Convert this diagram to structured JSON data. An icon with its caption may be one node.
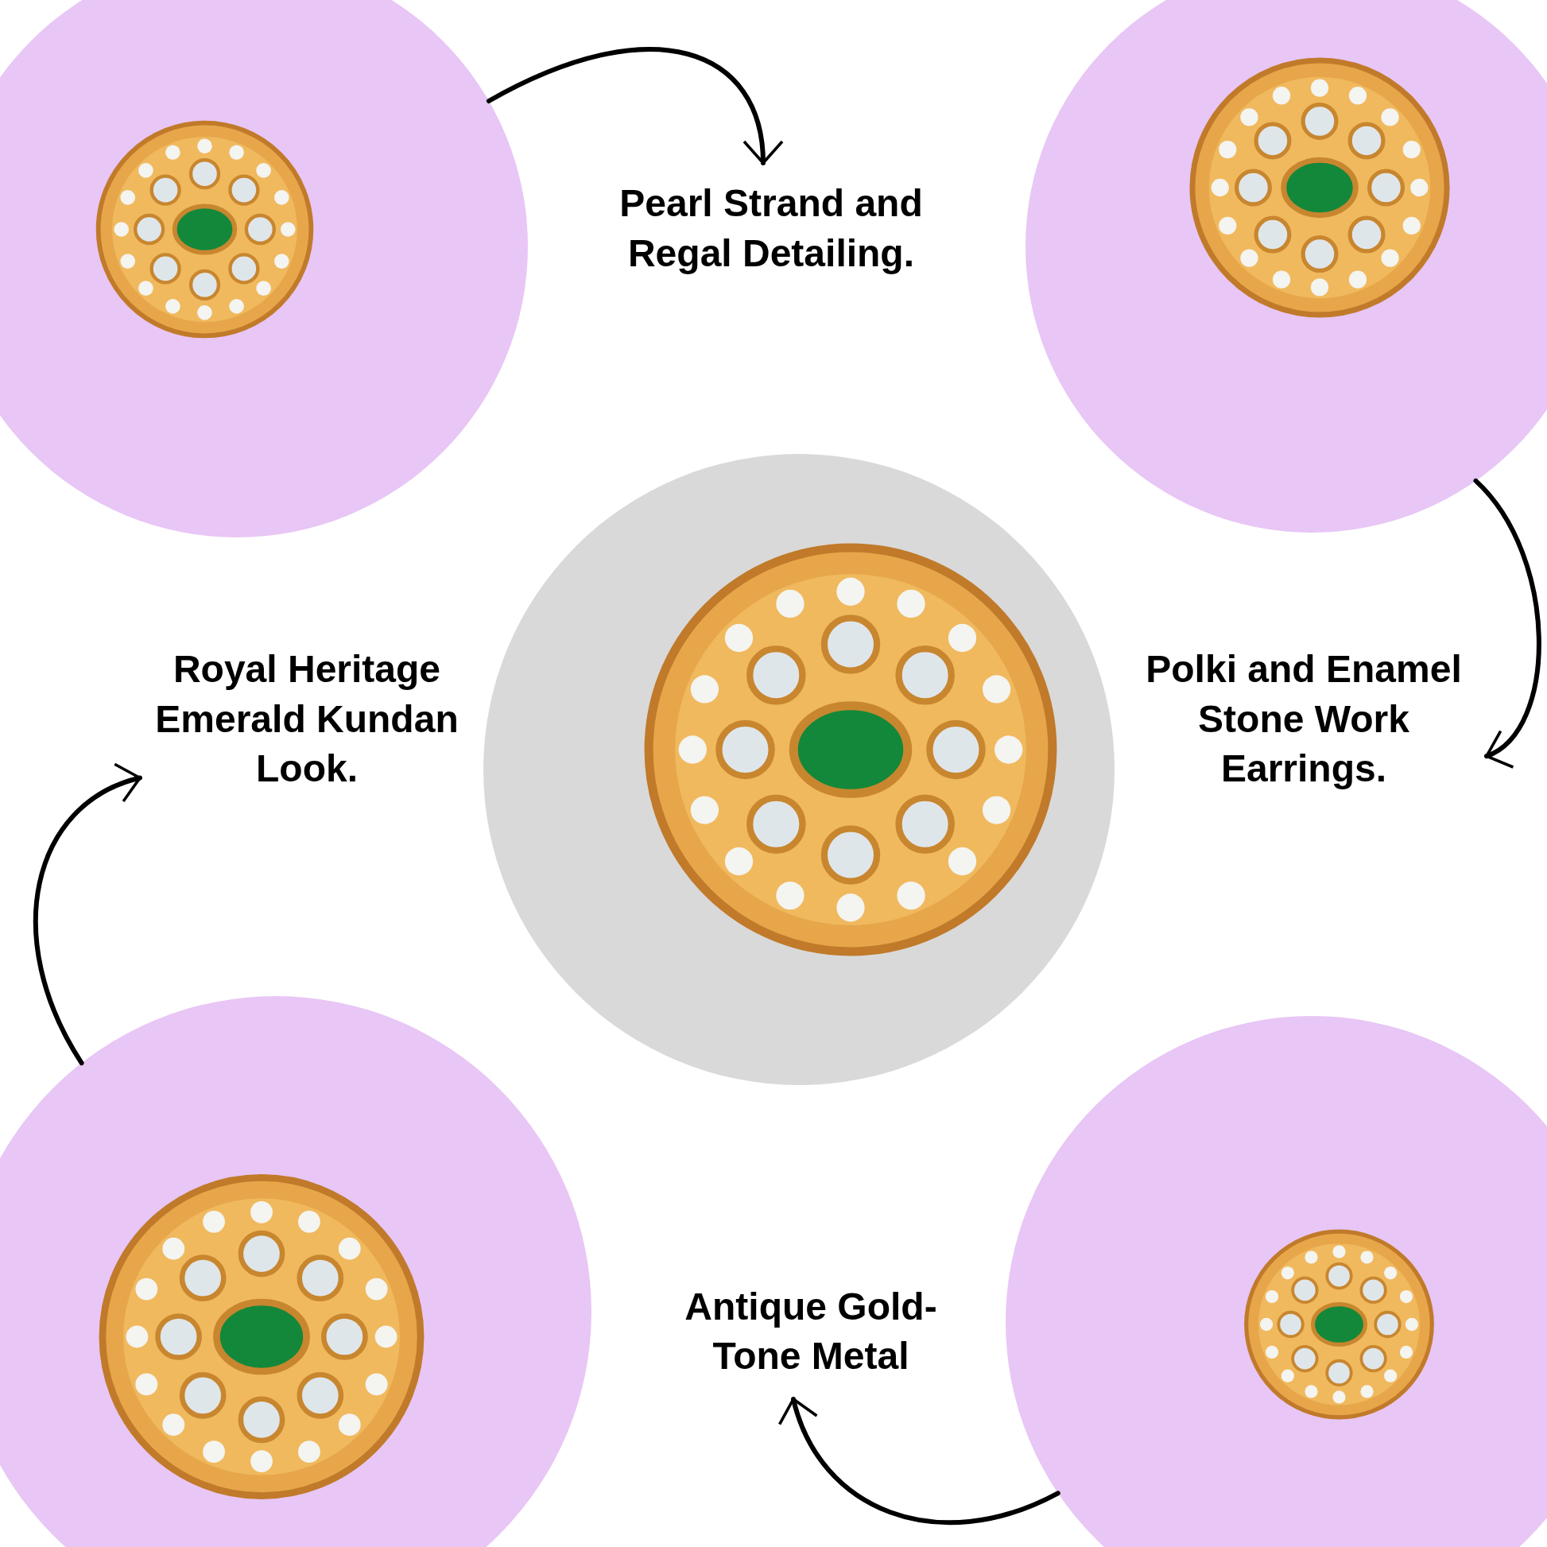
{
  "diagram": {
    "nodes": [
      {
        "text": [],
        "shape": "picture"
      },
      {
        "text": [
          "Pearl Strand and Regal Detailing."
        ]
      },
      {
        "text": [],
        "shape": "picture"
      },
      {
        "text": [
          "Polki and Enamel Stone Work Earrings."
        ]
      },
      {
        "text": [],
        "shape": "picture"
      },
      {
        "text": [
          "Royal Heritage Emerald Kundan Look."
        ]
      },
      {
        "text": [],
        "shape": "picture"
      },
      {
        "text": [
          "Antique Gold- Tone Metal"
        ]
      },
      {
        "text": [],
        "shape": "picture"
      }
    ],
    "edges": [
      {
        "from": 0,
        "to": 1,
        "arrow": "to"
      },
      {
        "from": 2,
        "to": 3,
        "arrow": "to"
      },
      {
        "from": 8,
        "to": 7,
        "arrow": "to"
      },
      {
        "from": 6,
        "to": 5,
        "arrow": "to"
      }
    ]
  }
}
